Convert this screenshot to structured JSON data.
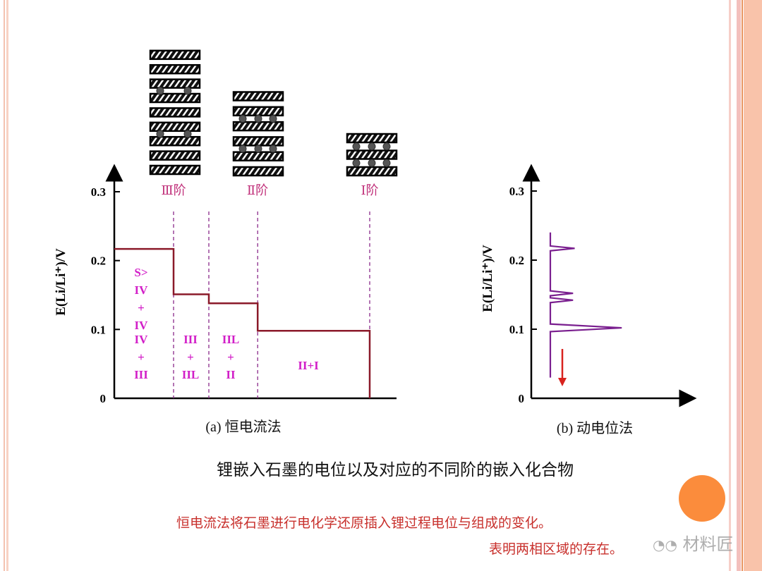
{
  "colors": {
    "step": "#8b1a2a",
    "dash": "#8a2a8a",
    "peak": "#7a1f8f",
    "arrow": "#d8231e",
    "region": "#d21fc8",
    "stage": "#c0307a",
    "note": "#c8302c",
    "accent_circle": "#fb8c3c"
  },
  "stages": [
    {
      "label": "Ⅲ阶",
      "layers": 9,
      "li_between": [
        3,
        6
      ]
    },
    {
      "label": "Ⅱ阶",
      "layers": 6,
      "li_between": [
        2,
        4
      ]
    },
    {
      "label": "Ⅰ阶",
      "layers": 3,
      "li_between": [
        1,
        2
      ]
    }
  ],
  "chart_data": [
    {
      "type": "line",
      "title": "(a) 恒电流法",
      "ylabel": "E(Li/Li⁺)/V",
      "yticks": [
        "0",
        "0.1",
        "0.2",
        "0.3"
      ],
      "ylim": [
        0,
        0.3
      ],
      "xlim": [
        0,
        1
      ],
      "steps": [
        {
          "x0": 0,
          "x1": 0.21,
          "y": 0.217
        },
        {
          "x0": 0.21,
          "x1": 0.335,
          "y": 0.151
        },
        {
          "x0": 0.335,
          "x1": 0.508,
          "y": 0.138
        },
        {
          "x0": 0.508,
          "x1": 0.905,
          "y": 0.098
        }
      ],
      "end_x": 0.905,
      "dividers": [
        0.21,
        0.335,
        0.508,
        0.905
      ],
      "regions": [
        {
          "lines": [
            "S>",
            "IV",
            "+",
            "IV"
          ]
        },
        {
          "lines": [
            "IV",
            "+",
            "III"
          ]
        },
        {
          "lines": [
            "III",
            "+",
            "IIL"
          ]
        },
        {
          "lines": [
            "IIL",
            "+",
            "II"
          ]
        },
        {
          "lines": [
            "II+I"
          ]
        }
      ]
    },
    {
      "type": "line",
      "title": "(b) 动电位法",
      "ylabel": "E(Li/Li⁺)/V",
      "yticks": [
        "0",
        "0.1",
        "0.2",
        "0.3"
      ],
      "ylim": [
        0,
        0.3
      ],
      "baseline_range": [
        0.03,
        0.24
      ],
      "peaks": [
        {
          "E": 0.217,
          "height": 0.15
        },
        {
          "E": 0.152,
          "height": 0.14
        },
        {
          "E": 0.142,
          "height": 0.14
        },
        {
          "E": 0.102,
          "height": 0.44
        }
      ],
      "arrow": "down"
    }
  ],
  "title": "锂嵌入石墨的电位以及对应的不同阶的嵌入化合物",
  "notes": [
    "恒电流法将石墨进行电化学还原插入锂过程电位与组成的变化。",
    "表明两相区域的存在。"
  ],
  "watermark": "材料匠"
}
